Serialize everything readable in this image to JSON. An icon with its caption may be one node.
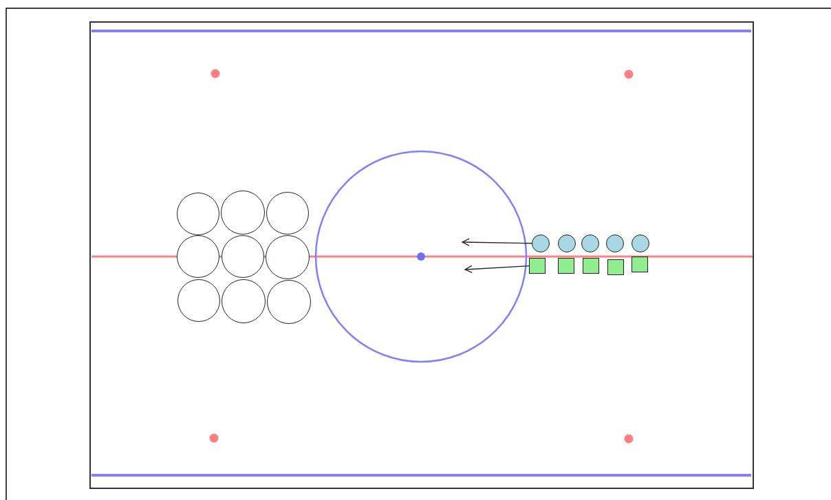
{
  "diagram": {
    "nodes": [
      {
        "text": [],
        "shape": "circle"
      },
      {
        "text": [],
        "shape": "circle"
      },
      {
        "text": [],
        "shape": "circle"
      },
      {
        "text": [],
        "shape": "circle"
      },
      {
        "text": [],
        "shape": "circle"
      },
      {
        "text": [],
        "shape": "circle"
      },
      {
        "text": [],
        "shape": "circle"
      },
      {
        "text": [],
        "shape": "circle"
      },
      {
        "text": [],
        "shape": "circle"
      },
      {
        "text": [],
        "shape": "circle"
      },
      {
        "text": [],
        "shape": "circle"
      },
      {
        "text": [],
        "shape": "circle"
      },
      {
        "text": [],
        "shape": "circle"
      },
      {
        "text": [],
        "shape": "circle"
      },
      {
        "text": [],
        "shape": "box"
      },
      {
        "text": [],
        "shape": "box"
      },
      {
        "text": [],
        "shape": "box"
      },
      {
        "text": [],
        "shape": "box"
      },
      {
        "text": [],
        "shape": "box"
      }
    ],
    "edges": [
      {
        "from": 9,
        "to": null,
        "arrow": "to"
      },
      {
        "from": 14,
        "to": null,
        "arrow": "to"
      }
    ]
  }
}
